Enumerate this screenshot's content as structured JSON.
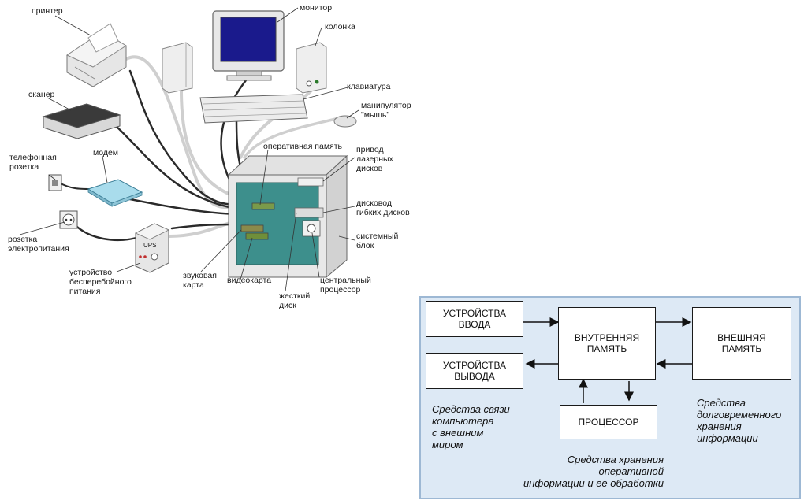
{
  "hardware_labels": {
    "printer": "принтер",
    "monitor": "монитор",
    "speaker": "колонка",
    "keyboard": "клавиатура",
    "mouse": "манипулятор\n\"мышь\"",
    "scanner": "сканер",
    "phone_socket": "телефонная\nрозетка",
    "modem": "модем",
    "ram": "оперативная память",
    "cd_drive": "привод\nлазерных\nдисков",
    "floppy_drive": "дисковод\nгибких дисков",
    "system_unit": "системный\nблок",
    "power_socket": "розетка\nэлектропитания",
    "ups_device": "устройство\nбесперебойного\nпитания",
    "ups_text": "UPS",
    "sound_card": "звуковая\nкарта",
    "video_card": "видеокарта",
    "hard_disk": "жесткий\nдиск",
    "cpu": "центральный\nпроцессор"
  },
  "block_diagram": {
    "input_devices": "УСТРОЙСТВА\nВВОДА",
    "output_devices": "УСТРОЙСТВА\nВЫВОДА",
    "internal_memory": "ВНУТРЕННЯЯ\nПАМЯТЬ",
    "external_memory": "ВНЕШНЯЯ\nПАМЯТЬ",
    "processor": "ПРОЦЕССОР",
    "caption_io": "Средства связи\nкомпьютера\nс внешним\nмиром",
    "caption_storage": "Средства\nдолговременного\nхранения\nинформации",
    "caption_processing": "Средства хранения\nоперативной\nинформации и ее обработки"
  },
  "colors": {
    "panel_bg": "#dde9f5",
    "panel_border": "#9db8d4",
    "screen": "#1a1a8c",
    "motherboard": "#3d8f8c",
    "modem": "#a9dcec"
  }
}
